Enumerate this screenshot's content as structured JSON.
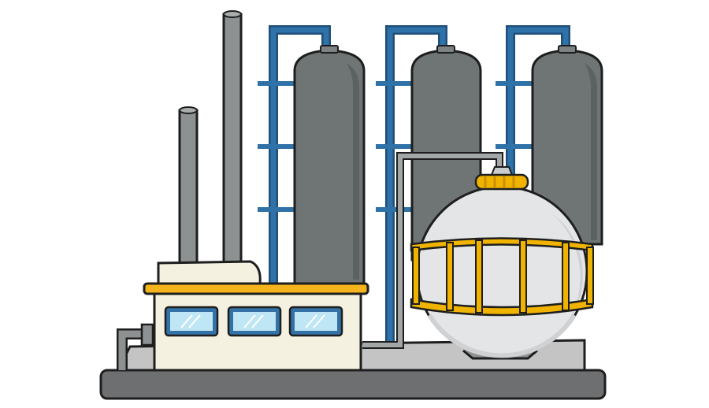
{
  "illustration": {
    "subject": "",
    "colors": {
      "outline": "#1e1e1e",
      "tank_gray": "#6e7574",
      "tank_shade": "#5c6261",
      "pipe_blue": "#2f72a8",
      "pipe_blue_dark": "#1f4f7a",
      "stack_gray": "#8d9192",
      "sphere_white": "#e4e5e6",
      "sphere_shade": "#cfd1d3",
      "ring_gold": "#f0b400",
      "ring_gold_dark": "#c98f00",
      "building_cream": "#f4f1e1",
      "roof_gold": "#f5b41c",
      "window_blue": "#bfe6f5",
      "window_frame": "#3472a6",
      "platform_gray": "#bdbdbd",
      "base_dark": "#6d6f70"
    },
    "columns": 3,
    "windows": 3,
    "chimneys": 2
  }
}
